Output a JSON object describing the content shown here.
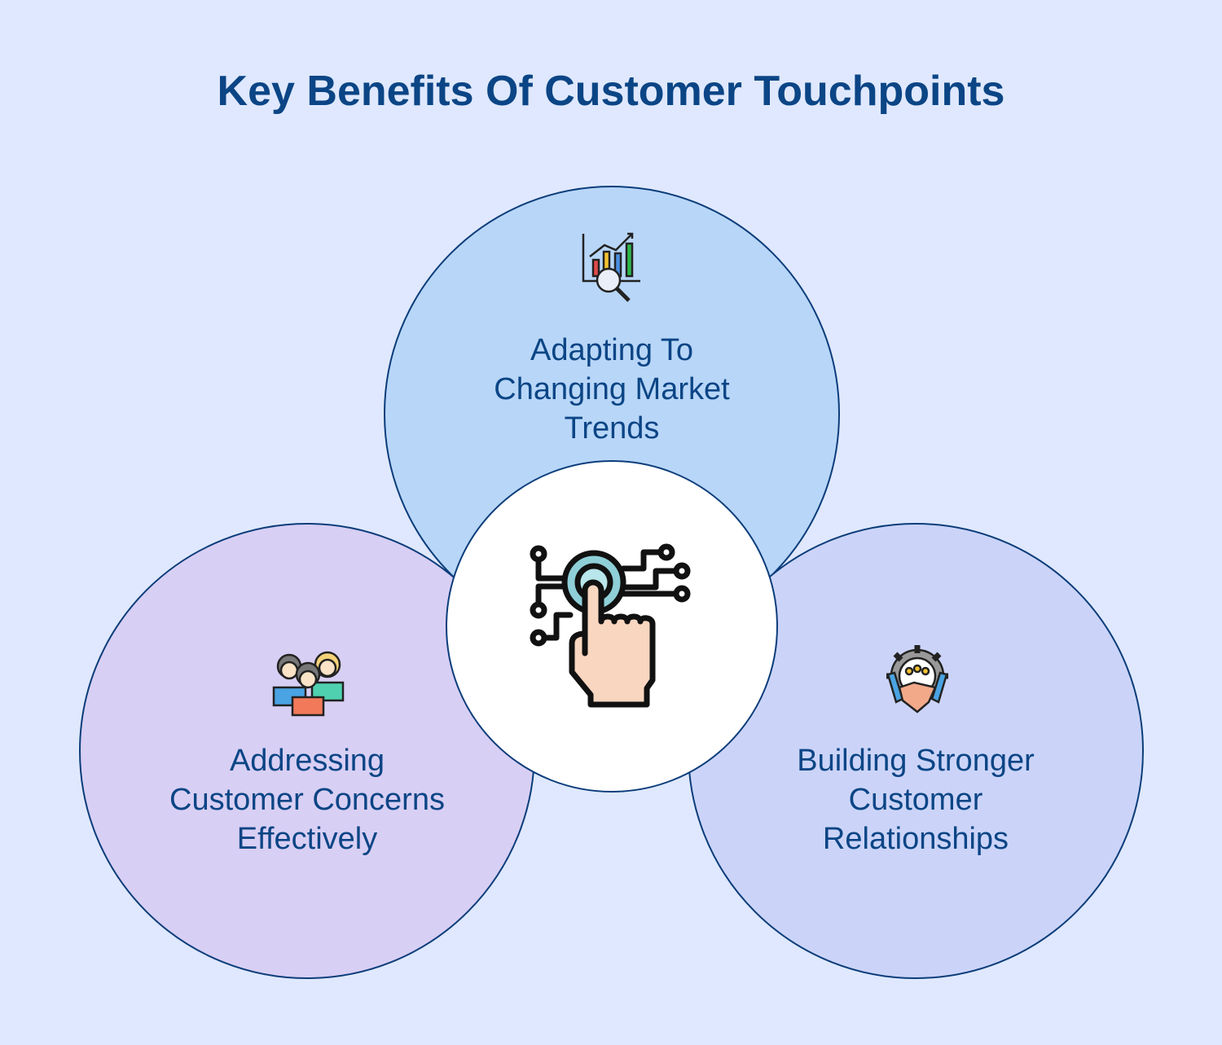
{
  "title": "Key Benefits Of Customer Touchpoints",
  "colors": {
    "background": "#dfe8fe",
    "text": "#0b4585",
    "circle_top": "#b8d6f8",
    "circle_left": "#d8cff4",
    "circle_right": "#cbd4f8",
    "circle_stroke": "#0b3d7a"
  },
  "center": {
    "icon": "touch-tech-hand-icon"
  },
  "benefits": [
    {
      "icon": "market-chart-magnifier-icon",
      "lines": [
        "Adapting To",
        "Changing Market",
        "Trends"
      ]
    },
    {
      "icon": "customer-group-icon",
      "lines": [
        "Addressing",
        "Customer Concerns",
        "Effectively"
      ]
    },
    {
      "icon": "handshake-gear-icon",
      "lines": [
        "Building Stronger",
        "Customer",
        "Relationships"
      ]
    }
  ]
}
